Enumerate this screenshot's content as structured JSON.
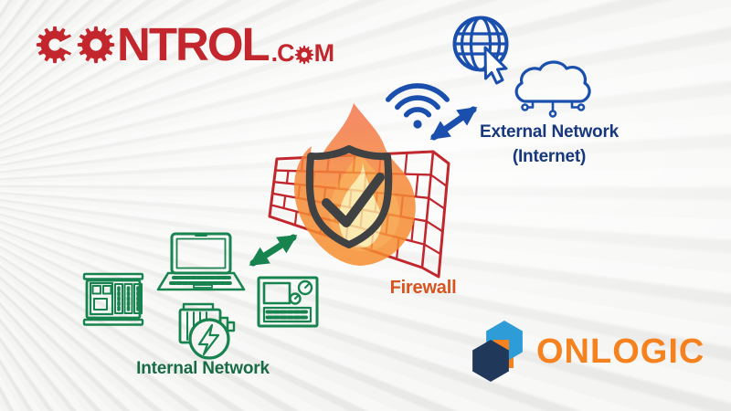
{
  "header": {
    "logo": {
      "after_gears": "NTROL",
      "tld_pre": ".C",
      "tld_post": "M",
      "brand": "CONTROL.COM"
    }
  },
  "labels": {
    "external_line1": "External Network",
    "external_line2": "(Internet)",
    "firewall": "Firewall",
    "internal": "Internal Network"
  },
  "footer": {
    "wordmark": "ONLOGIC"
  },
  "icon_names": [
    "gear-icon",
    "wifi-icon",
    "globe-cursor-icon",
    "cloud-network-icon",
    "double-arrow-icon",
    "brick-wall-icon",
    "flame-icon",
    "shield-check-icon",
    "laptop-icon",
    "plc-icon",
    "motor-icon",
    "hmi-panel-icon",
    "cube-logo-icon"
  ],
  "colors": {
    "bg": "#F2F2F1",
    "logo-red": "#C3262C",
    "wall-red": "#C1272D",
    "blue": "#1A4FAE",
    "navy-text": "#17387E",
    "green": "#17834F",
    "green-text": "#186C43",
    "fw-orange": "#D9531F",
    "shield-gray": "#3F4142",
    "flame-coral": "#F4744D",
    "flame-orange": "#F78E2E",
    "flame-mid": "#F89C3C",
    "flame-yellow": "#FBE8A2",
    "onlogic-orange": "#F5821F",
    "onlogic-lightblue": "#2E9CD6",
    "onlogic-navy": "#20395B"
  }
}
